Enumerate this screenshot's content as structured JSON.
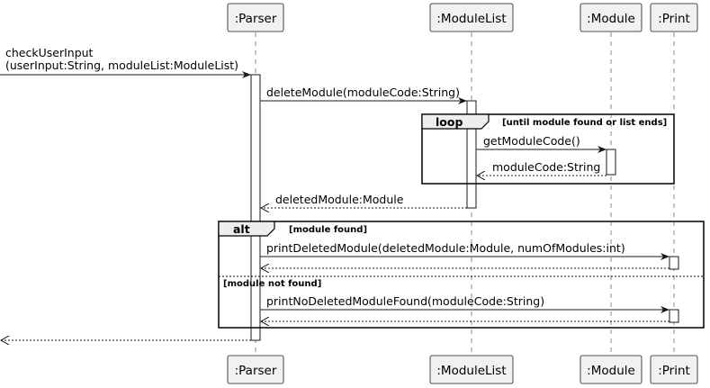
{
  "participants": {
    "parser": ":Parser",
    "modulelist": ":ModuleList",
    "module": ":Module",
    "print": ":Print"
  },
  "messages": {
    "check_line1": "checkUserInput",
    "check_line2": "(userInput:String, moduleList:ModuleList)",
    "delete_module": "deleteModule(moduleCode:String)",
    "get_module_code": "getModuleCode()",
    "module_code_return": "moduleCode:String",
    "deleted_module_return": "deletedModule:Module",
    "print_deleted": "printDeletedModule(deletedModule:Module, numOfModules:int)",
    "print_not_found": "printNoDeletedModuleFound(moduleCode:String)"
  },
  "fragments": {
    "loop_keyword": "loop",
    "loop_guard": "[until module found or list ends]",
    "alt_keyword": "alt",
    "alt_guard_1": "[module found]",
    "alt_guard_2": "[module not found]"
  }
}
